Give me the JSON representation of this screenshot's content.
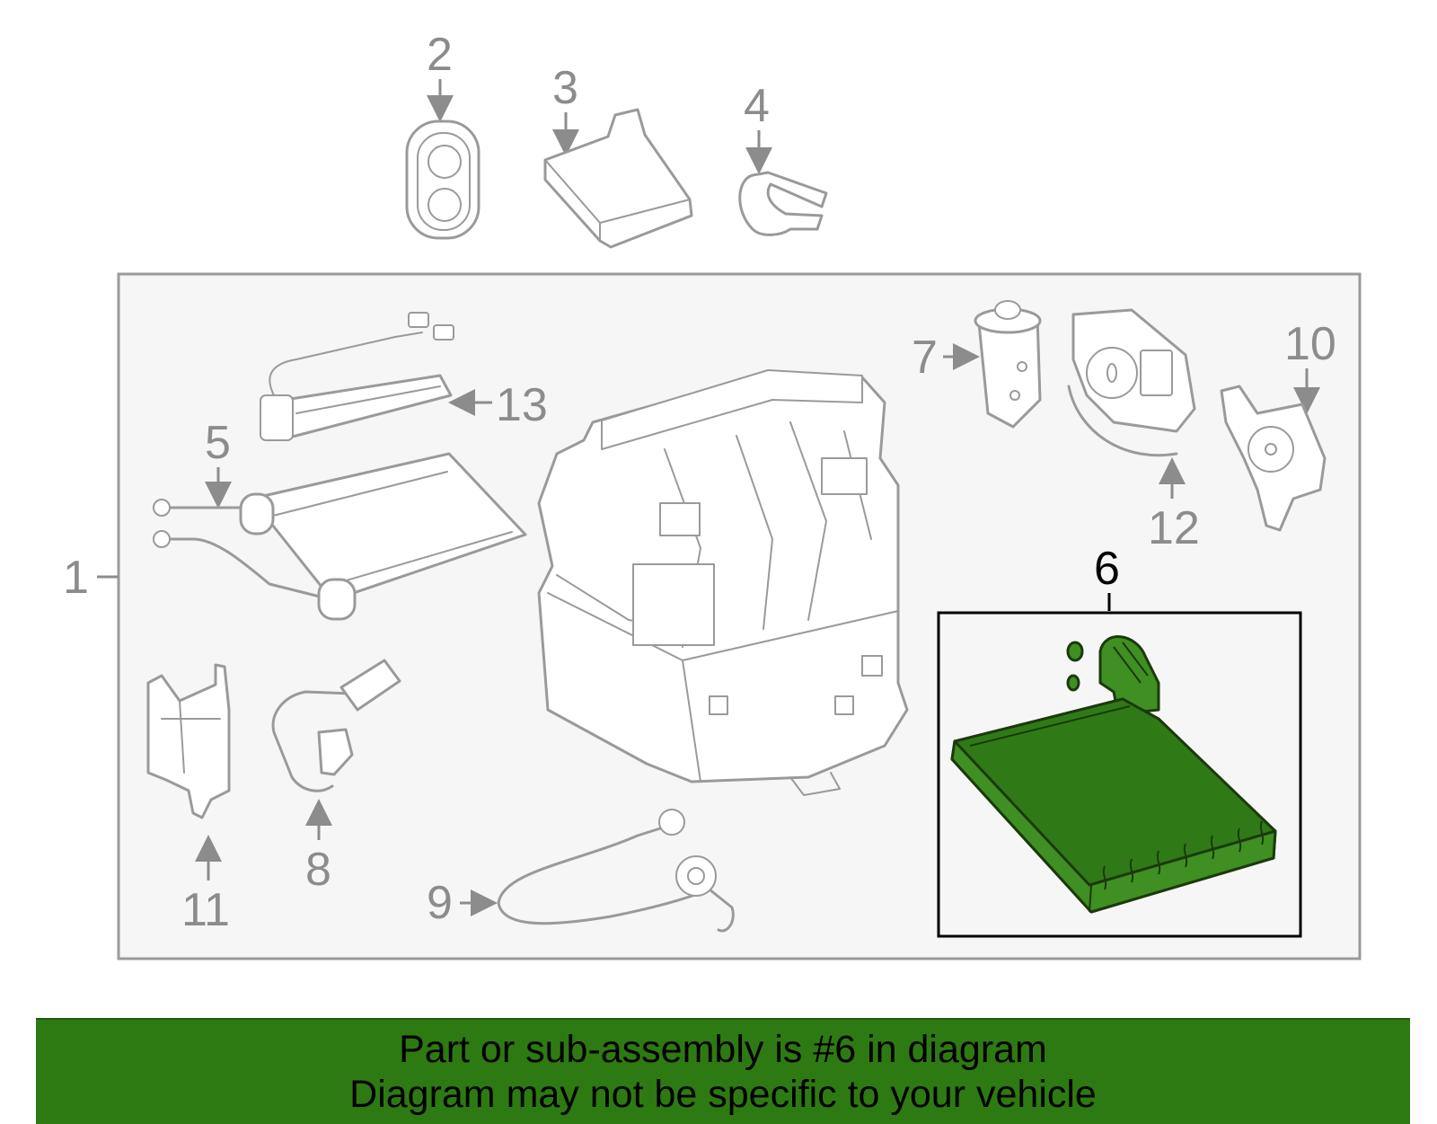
{
  "diagram": {
    "highlighted_part": "6",
    "callouts": [
      "1",
      "2",
      "3",
      "4",
      "5",
      "6",
      "7",
      "8",
      "9",
      "10",
      "11",
      "12",
      "13"
    ],
    "colors": {
      "highlight": "#2f7a16",
      "parts": "#9a9a9a",
      "panel": "#f6f6f6",
      "banner": "#2e7a12"
    }
  },
  "banner": {
    "line1": "Part or sub-assembly is #6 in diagram",
    "line2": "Diagram may not be specific to your vehicle"
  }
}
